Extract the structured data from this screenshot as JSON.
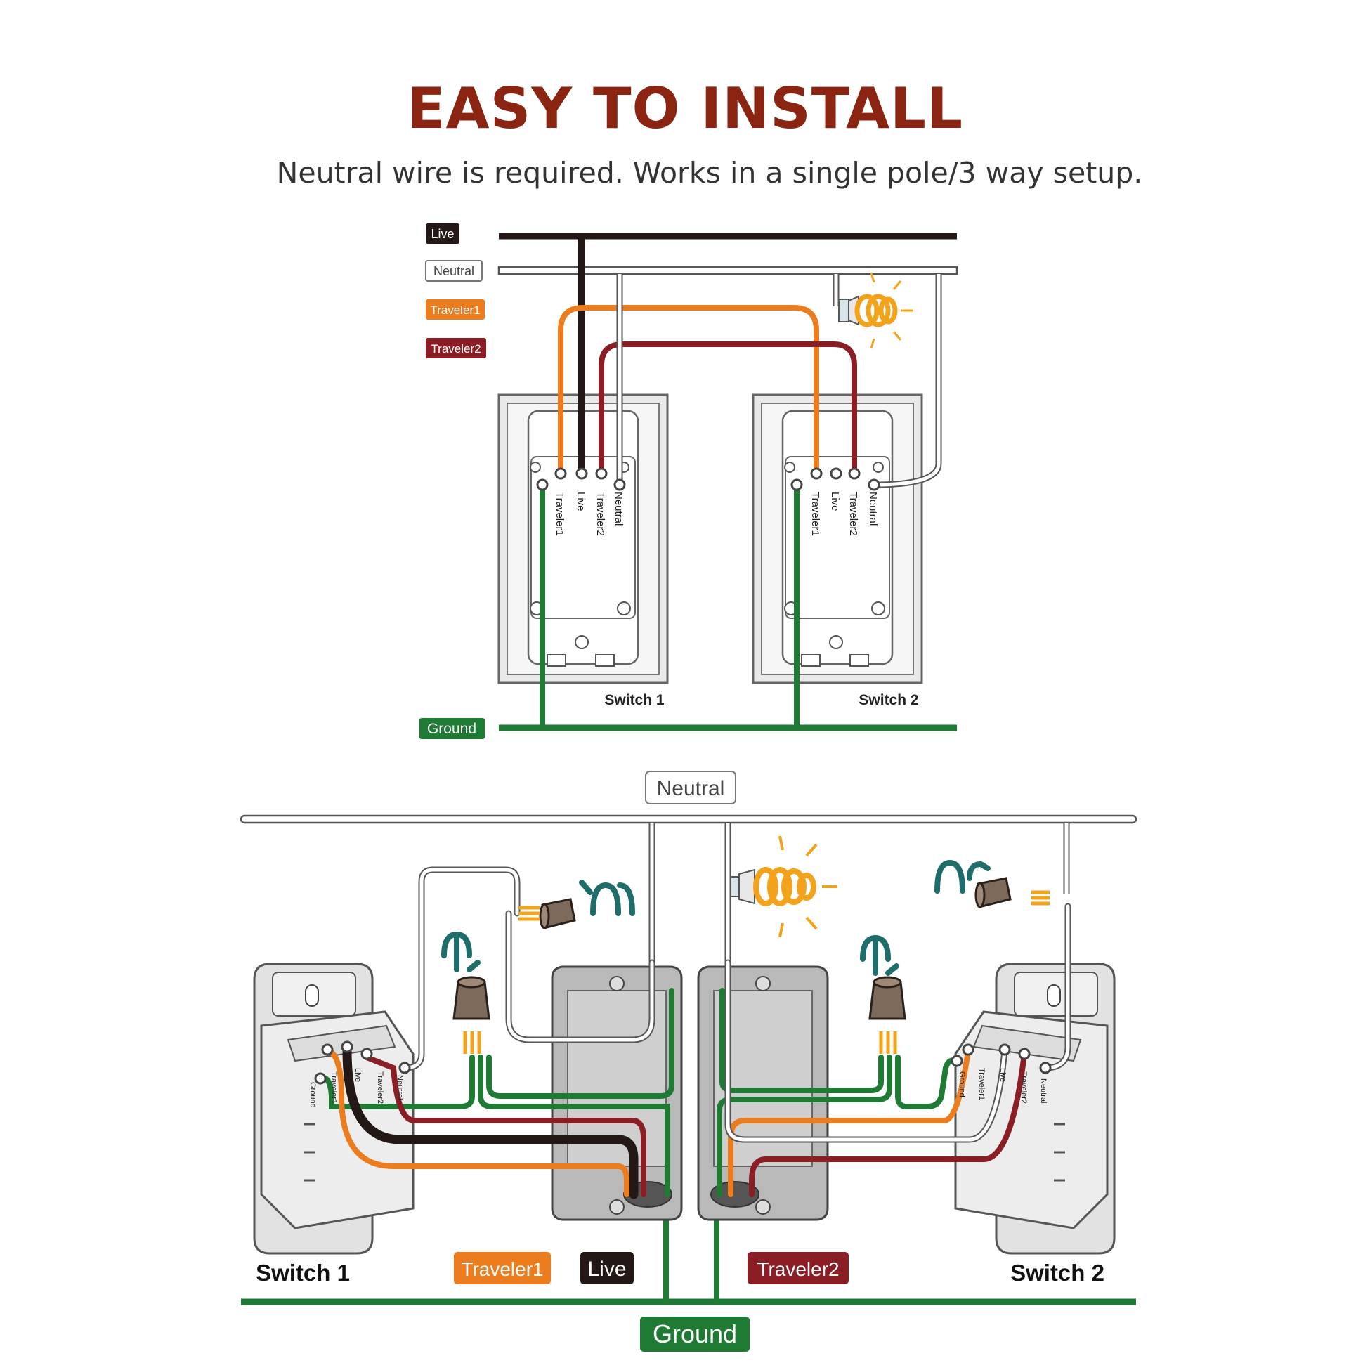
{
  "title": "EASY TO INSTALL",
  "subtitle": "Neutral wire is required. Works in a single pole/3 way setup.",
  "colors": {
    "title": "#8b2410",
    "live": "#231815",
    "neutral": "#ffffff",
    "traveler1": "#ec7d1e",
    "traveler2": "#8b1e24",
    "ground": "#1f7a34",
    "bulb": "#f2a31b",
    "arrow": "#1f6d6b"
  },
  "legend": {
    "live": "Live",
    "neutral": "Neutral",
    "traveler1": "Traveler1",
    "traveler2": "Traveler2",
    "ground": "Ground"
  },
  "terminals": {
    "traveler1": "Traveler1",
    "live": "Live",
    "traveler2": "Traveler2",
    "neutral": "Neutral",
    "ground": "Ground"
  },
  "top_diagram": {
    "switch1": "Switch 1",
    "switch2": "Switch 2"
  },
  "bottom_diagram": {
    "neutral": "Neutral",
    "traveler1": "Traveler1",
    "live": "Live",
    "traveler2": "Traveler2",
    "ground": "Ground",
    "switch1": "Switch 1",
    "switch2": "Switch 2"
  },
  "icons": [
    "light-bulb-icon",
    "wire-nut-icon",
    "twist-arrow-icon"
  ]
}
